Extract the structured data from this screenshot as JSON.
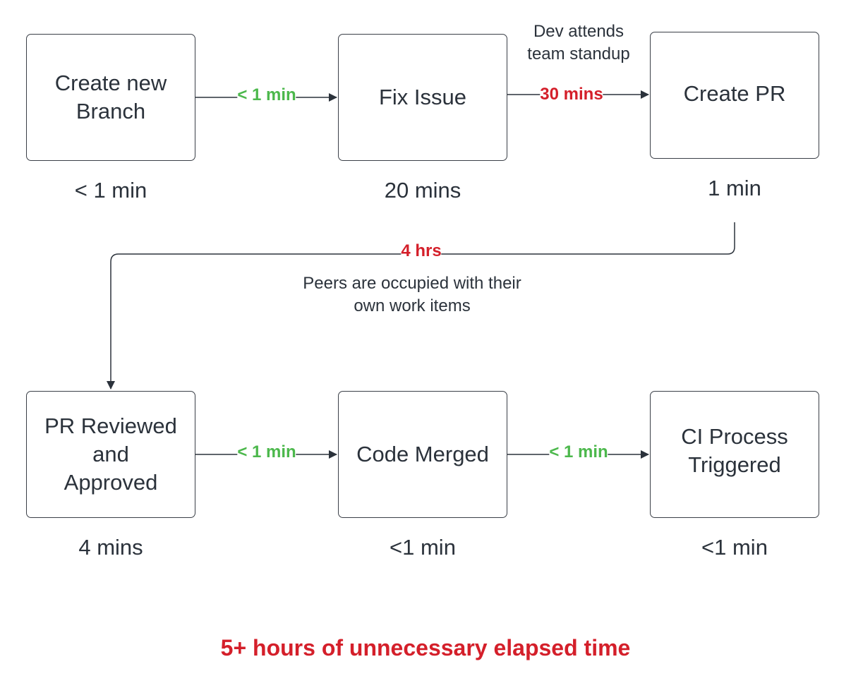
{
  "colors": {
    "fast": "#4cb84c",
    "slow": "#d41f2a",
    "text": "#2b323b",
    "stroke": "#3a3f47"
  },
  "steps": [
    {
      "label": "Create new\nBranch",
      "duration": "< 1 min"
    },
    {
      "label": "Fix Issue",
      "duration": "20 mins"
    },
    {
      "label": "Create PR",
      "duration": "1 min"
    },
    {
      "label": "PR Reviewed\nand\nApproved",
      "duration": "4 mins"
    },
    {
      "label": "Code Merged",
      "duration": "<1 min"
    },
    {
      "label": "CI Process\nTriggered",
      "duration": "<1 min"
    }
  ],
  "transitions": [
    {
      "label": "< 1 min",
      "status": "fast"
    },
    {
      "label": "30 mins",
      "status": "slow",
      "note": "Dev attends\nteam standup"
    },
    {
      "label": "4 hrs",
      "status": "slow",
      "note": "Peers are occupied with their\nown work items"
    },
    {
      "label": "< 1 min",
      "status": "fast"
    },
    {
      "label": "< 1 min",
      "status": "fast"
    }
  ],
  "summary": "5+ hours of unnecessary elapsed time"
}
